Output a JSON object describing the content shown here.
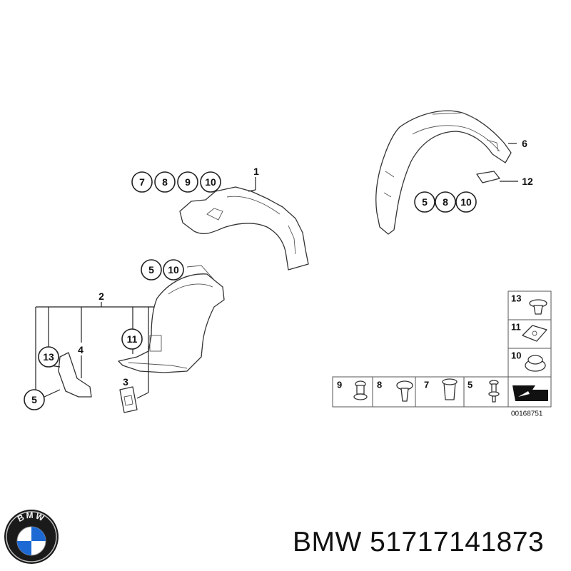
{
  "callouts": {
    "c1": "1",
    "c2": "2",
    "c3": "3",
    "c4": "4",
    "c6": "6",
    "c12": "12",
    "row_a": [
      "7",
      "8",
      "9",
      "10"
    ],
    "row_b": [
      "5",
      "10"
    ],
    "row_c": [
      "5",
      "8",
      "10"
    ],
    "c11": "11",
    "c13": "13",
    "c5": "5"
  },
  "legend": {
    "vertical": [
      "13",
      "11",
      "10"
    ],
    "horizontal": [
      "9",
      "8",
      "7",
      "5"
    ]
  },
  "diagram_code": "00168751",
  "logo_text": "BMW",
  "caption": "BMW 51717141873",
  "colors": {
    "blue": "#1c69d4",
    "ink": "#222222"
  }
}
